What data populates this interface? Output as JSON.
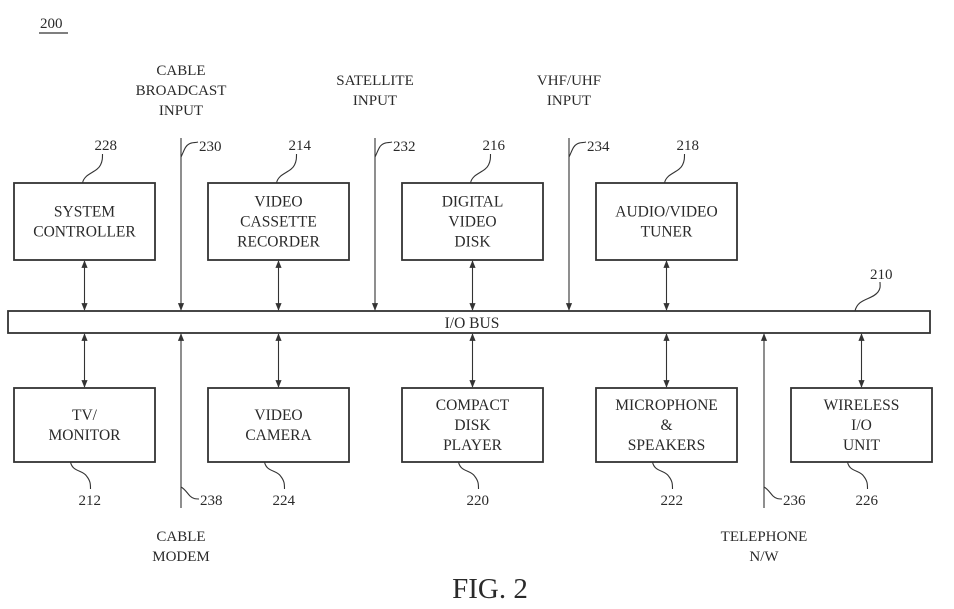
{
  "figure": {
    "ref_number": "200",
    "caption": "FIG. 2"
  },
  "bus": {
    "label": "I/O BUS",
    "ref": "210"
  },
  "top_blocks": [
    {
      "id": "system-controller",
      "lines": [
        "SYSTEM",
        "CONTROLLER"
      ],
      "ref": "228",
      "connection": "bidirectional"
    },
    {
      "id": "video-cassette-recorder",
      "lines": [
        "VIDEO",
        "CASSETTE",
        "RECORDER"
      ],
      "ref": "214",
      "connection": "bidirectional"
    },
    {
      "id": "digital-video-disk",
      "lines": [
        "DIGITAL",
        "VIDEO",
        "DISK"
      ],
      "ref": "216",
      "connection": "bidirectional"
    },
    {
      "id": "audio-video-tuner",
      "lines": [
        "AUDIO/VIDEO",
        "TUNER"
      ],
      "ref": "218",
      "connection": "bidirectional"
    }
  ],
  "bottom_blocks": [
    {
      "id": "tv-monitor",
      "lines": [
        "TV/",
        "MONITOR"
      ],
      "ref": "212",
      "connection": "bidirectional"
    },
    {
      "id": "video-camera",
      "lines": [
        "VIDEO",
        "CAMERA"
      ],
      "ref": "224",
      "connection": "bidirectional"
    },
    {
      "id": "compact-disk-player",
      "lines": [
        "COMPACT",
        "DISK",
        "PLAYER"
      ],
      "ref": "220",
      "connection": "bidirectional"
    },
    {
      "id": "microphone-speakers",
      "lines": [
        "MICROPHONE",
        "&",
        "SPEAKERS"
      ],
      "ref": "222",
      "connection": "bidirectional"
    },
    {
      "id": "wireless-io-unit",
      "lines": [
        "WIRELESS",
        "I/O",
        "UNIT"
      ],
      "ref": "226",
      "connection": "bidirectional"
    }
  ],
  "top_inputs": [
    {
      "id": "cable-broadcast-input",
      "lines": [
        "CABLE",
        "BROADCAST",
        "INPUT"
      ],
      "ref": "230",
      "direction": "into-bus"
    },
    {
      "id": "satellite-input",
      "lines": [
        "SATELLITE",
        "INPUT"
      ],
      "ref": "232",
      "direction": "into-bus"
    },
    {
      "id": "vhf-uhf-input",
      "lines": [
        "VHF/UHF",
        "INPUT"
      ],
      "ref": "234",
      "direction": "into-bus"
    }
  ],
  "bottom_inputs": [
    {
      "id": "cable-modem",
      "lines": [
        "CABLE",
        "MODEM"
      ],
      "ref": "238",
      "direction": "into-bus"
    },
    {
      "id": "telephone-nw",
      "lines": [
        "TELEPHONE",
        "N/W"
      ],
      "ref": "236",
      "direction": "into-bus"
    }
  ]
}
